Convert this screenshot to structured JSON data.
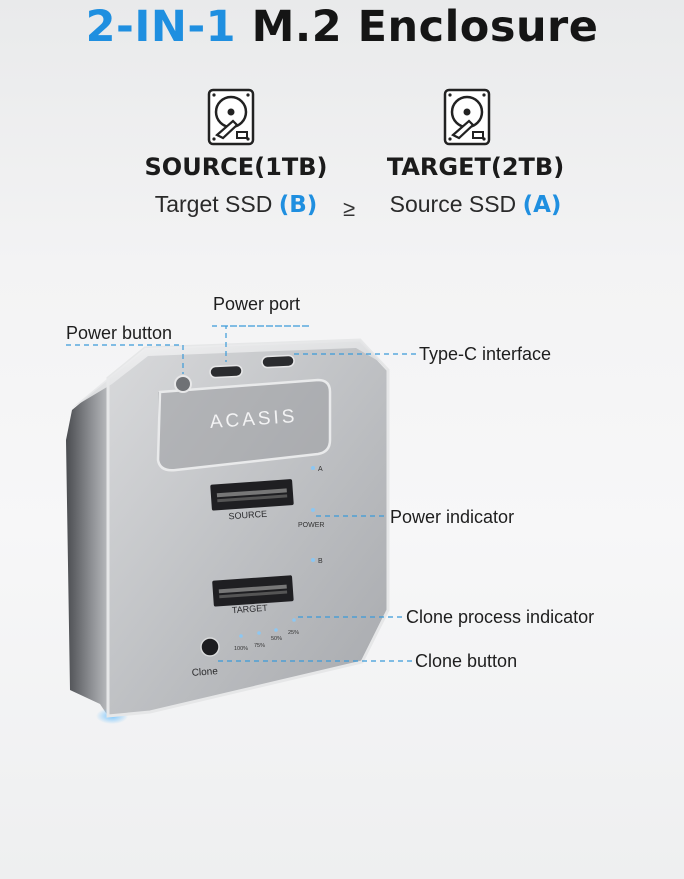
{
  "header": {
    "title_accent": "2-IN-1",
    "title_main": "M.2 Enclosure"
  },
  "drives": {
    "source": {
      "icon": "hard-drive-icon",
      "name": "SOURCE(1TB)",
      "sub_text": "Target SSD",
      "sub_letter": "(B)"
    },
    "relation": "≥",
    "target": {
      "icon": "hard-drive-icon",
      "name": "TARGET(2TB)",
      "sub_text": "Source SSD",
      "sub_letter": "(A)"
    }
  },
  "callouts": {
    "power_port": "Power port",
    "power_button": "Power button",
    "type_c": "Type-C interface",
    "power_indicator": "Power indicator",
    "clone_process": "Clone process indicator",
    "clone_button": "Clone button"
  },
  "device": {
    "brand": "ACASIS",
    "slot_source": "SOURCE",
    "slot_target": "TARGET",
    "led_a": "A",
    "led_b": "B",
    "led_power": "POWER",
    "progress_labels": [
      "100%",
      "75%",
      "50%",
      "25%"
    ],
    "clone_label": "Clone"
  },
  "colors": {
    "accent": "#1f8fe0",
    "callout_line": "#3a9ad9"
  }
}
